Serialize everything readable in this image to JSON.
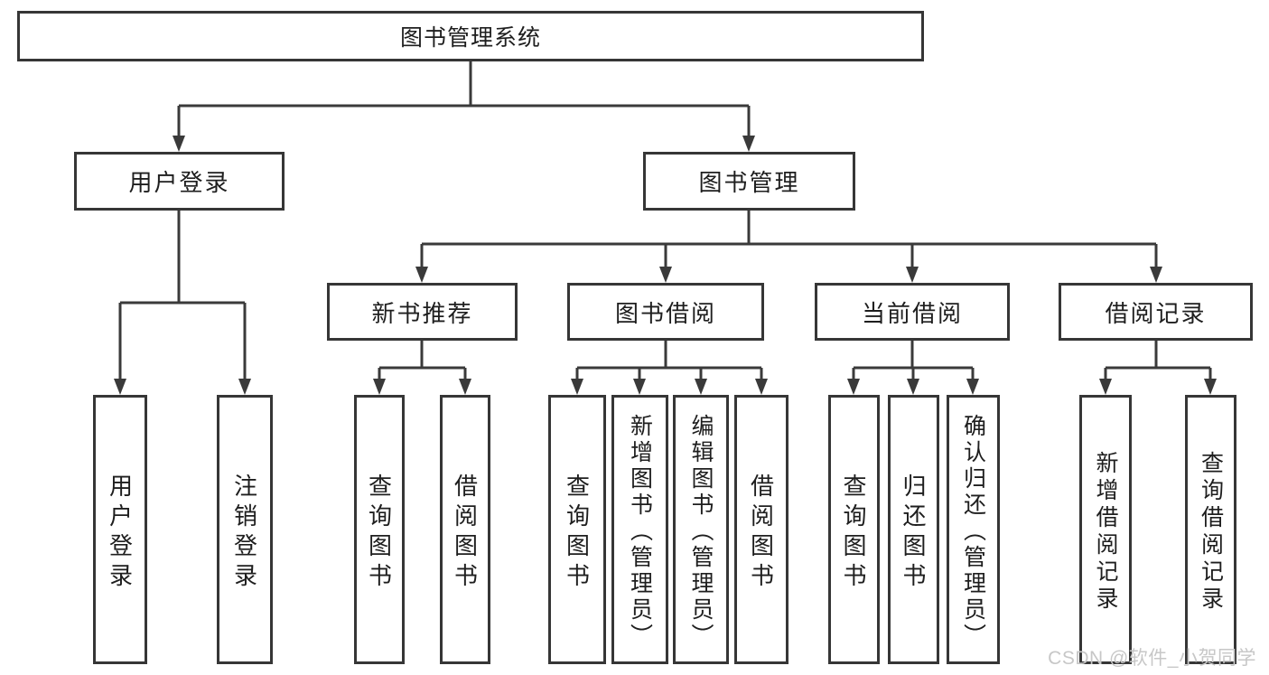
{
  "diagram": {
    "root": {
      "label": "图书管理系统"
    },
    "branches": [
      {
        "label": "用户登录",
        "leaves": [
          {
            "label": "用户登录"
          },
          {
            "label": "注销登录"
          }
        ]
      },
      {
        "label": "图书管理",
        "groups": [
          {
            "label": "新书推荐",
            "leaves": [
              {
                "label": "查询图书"
              },
              {
                "label": "借阅图书"
              }
            ]
          },
          {
            "label": "图书借阅",
            "leaves": [
              {
                "label": "查询图书"
              },
              {
                "label": "新增图书（管理员）"
              },
              {
                "label": "编辑图书（管理员）"
              },
              {
                "label": "借阅图书"
              }
            ]
          },
          {
            "label": "当前借阅",
            "leaves": [
              {
                "label": "查询图书"
              },
              {
                "label": "归还图书"
              },
              {
                "label": "确认归还（管理员）"
              }
            ]
          },
          {
            "label": "借阅记录",
            "leaves": [
              {
                "label": "新增借阅记录"
              },
              {
                "label": "查询借阅记录"
              }
            ]
          }
        ]
      }
    ]
  },
  "watermark": {
    "text": "CSDN @软件_小贺同学"
  },
  "colors": {
    "line": "#3a3a3a",
    "box_border": "#363636",
    "text": "#1e1e1e",
    "background": "#ffffff",
    "watermark": "#c7c7c7"
  }
}
